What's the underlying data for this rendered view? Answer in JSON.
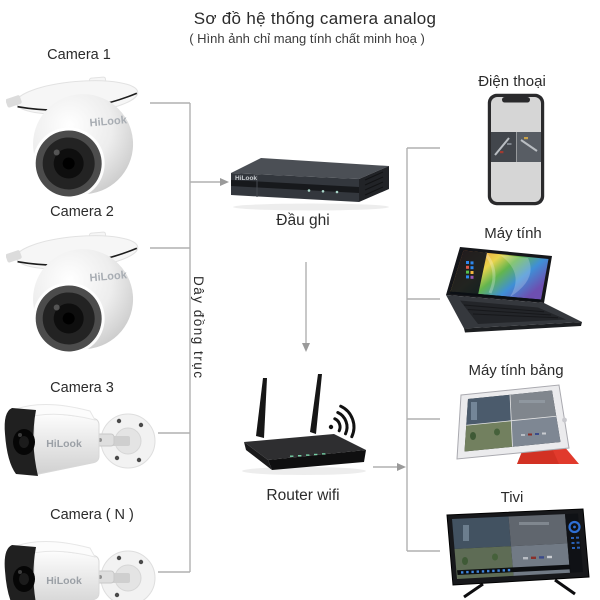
{
  "header": {
    "title": "Sơ đồ hệ thống camera analog",
    "subtitle": "( Hình ảnh chỉ mang tính chất minh hoạ )"
  },
  "cameras": [
    {
      "id": "camera-1",
      "label": "Camera 1",
      "type": "dome",
      "brand": "HiLook"
    },
    {
      "id": "camera-2",
      "label": "Camera 2",
      "type": "dome",
      "brand": "HiLook"
    },
    {
      "id": "camera-3",
      "label": "Camera 3",
      "type": "bullet",
      "brand": "HiLook"
    },
    {
      "id": "camera-n",
      "label": "Camera ( N )",
      "type": "bullet",
      "brand": "HiLook"
    }
  ],
  "hub": {
    "dvr": {
      "label": "Đầu ghi",
      "brand": "HiLook"
    },
    "router": {
      "label": "Router wifi"
    },
    "cable": {
      "label": "Dây đồng trục"
    }
  },
  "clients": [
    {
      "id": "phone",
      "label": "Điện thoại"
    },
    {
      "id": "computer",
      "label": "Máy tính"
    },
    {
      "id": "tablet",
      "label": "Máy tính bảng"
    },
    {
      "id": "tv",
      "label": "Tivi"
    }
  ],
  "colors": {
    "line": "#b0b0b0",
    "arrow": "#9a9a9a",
    "text": "#2b2b2b",
    "tablet_cover_red": "#e13a2c"
  }
}
